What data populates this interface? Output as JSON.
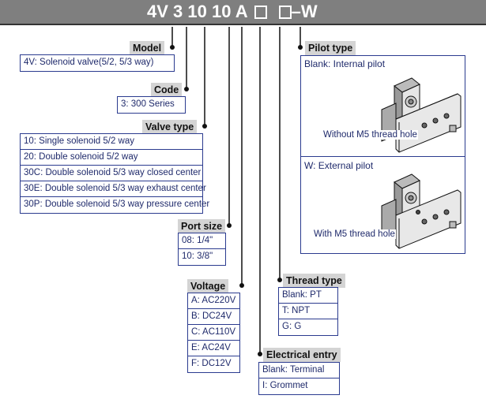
{
  "code": {
    "prefix": "4V 3 10 10 A",
    "suffix": "–W"
  },
  "model": {
    "header": "Model",
    "items": [
      "4V: Solenoid valve(5/2, 5/3 way)"
    ]
  },
  "series_code": {
    "header": "Code",
    "items": [
      "3: 300 Series"
    ]
  },
  "valve_type": {
    "header": "Valve type",
    "items": [
      "10: Single solenoid 5/2 way",
      "20: Double solenoid 5/2 way",
      "30C: Double solenoid 5/3 way closed center",
      "30E: Double solenoid 5/3 way exhaust center",
      "30P: Double solenoid 5/3 way pressure center"
    ]
  },
  "port_size": {
    "header": "Port size",
    "items": [
      "08: 1/4\"",
      "10: 3/8\""
    ]
  },
  "voltage": {
    "header": "Voltage",
    "items": [
      "A: AC220V",
      "B: DC24V",
      "C: AC110V",
      "E: AC24V",
      "F: DC12V"
    ]
  },
  "electrical_entry": {
    "header": "Electrical entry",
    "items": [
      "Blank: Terminal",
      "I: Grommet"
    ]
  },
  "thread_type": {
    "header": "Thread type",
    "items": [
      "Blank: PT",
      "T: NPT",
      "G: G"
    ]
  },
  "pilot_type": {
    "header": "Pilot type",
    "internal": {
      "title": "Blank: Internal pilot",
      "caption": "Without M5 thread hole"
    },
    "external": {
      "title": "W: External pilot",
      "caption": "With M5 thread hole"
    }
  },
  "colors": {
    "text": "#1f2a6b",
    "border": "#2b3b8f",
    "header_bg": "#d4d4d4",
    "bar": "#7f7f7f"
  }
}
